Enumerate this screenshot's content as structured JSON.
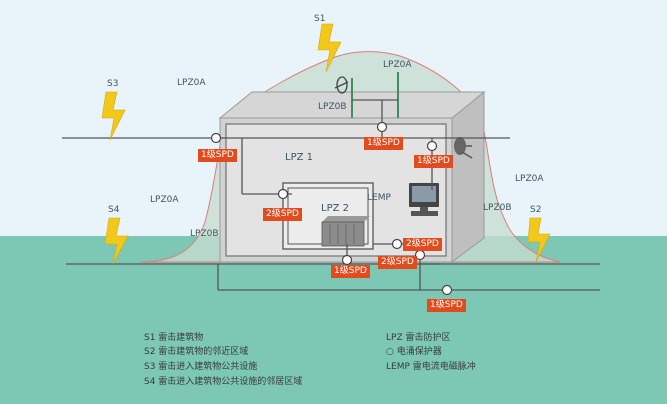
{
  "labels": {
    "s1": "S1",
    "s2": "S2",
    "s3": "S3",
    "s4": "S4",
    "lpz0a_top": "LPZ0A",
    "lpz0a_left": "LPZ0A",
    "lpz0a_left2": "LPZ0A",
    "lpz0a_right": "LPZ0A",
    "lpz0b_top": "LPZ0B",
    "lpz0b_left": "LPZ0B",
    "lpz0b_right": "LPZ0B",
    "lpz1": "LPZ 1",
    "lpz2": "LPZ 2",
    "lemp": "LEMP"
  },
  "spd_labels": [
    "1级SPD",
    "1级SPD",
    "1级SPD",
    "2级SPD",
    "1级SPD",
    "2级SPD",
    "2级SPD",
    "1级SPD"
  ],
  "legend": {
    "left": [
      "S1 雷击建筑物",
      "S2 雷击建筑物的邻近区域",
      "S3 雷击进入建筑物公共设施",
      "S4 雷击进入建筑物公共设施的邻居区域"
    ],
    "right": [
      "LPZ 雷击防护区",
      "○ 电涌保护器",
      "LEMP 雷电流电磁脉冲"
    ]
  },
  "colors": {
    "sky": "#e9f4fa",
    "ground": "#7cc8b4",
    "zone_fill": "#c7ddd0",
    "zone_stroke": "#e07a7a",
    "spd_badge": "#e24b1e",
    "bolt": "#f2c81a"
  }
}
